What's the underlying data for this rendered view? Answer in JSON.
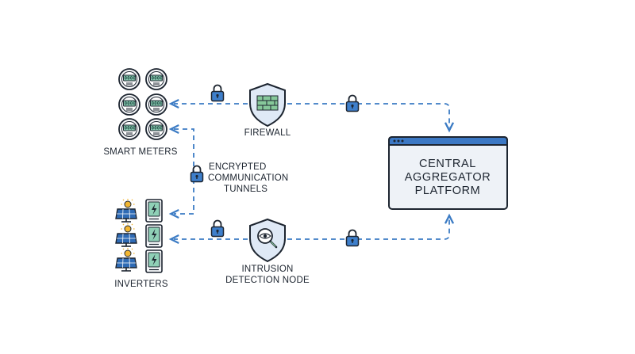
{
  "labels": {
    "smart_meters": "SMART METERS",
    "inverters": "INVERTERS",
    "firewall": "FIREWALL",
    "intrusion_line1": "INTRUSION",
    "intrusion_line2": "DETECTION NODE",
    "tunnels_line1": "ENCRYPTED",
    "tunnels_line2": "COMMUNICATION",
    "tunnels_line3": "TUNNELS",
    "platform_line1": "CENTRAL",
    "platform_line2": "AGGREGATOR",
    "platform_line3": "PLATFORM"
  },
  "meter_readout": "0000",
  "colors": {
    "outline": "#1d2530",
    "flow": "#3b7bc4",
    "lock": "#3e7fcb",
    "shield": "#dfe9f6",
    "brick": "#86c89a",
    "screen": "#8fd0b6",
    "panel": "#2f6bb5",
    "sun": "#f2b632",
    "platform_bar": "#3c78c4",
    "platform_body": "#eef2f7"
  }
}
